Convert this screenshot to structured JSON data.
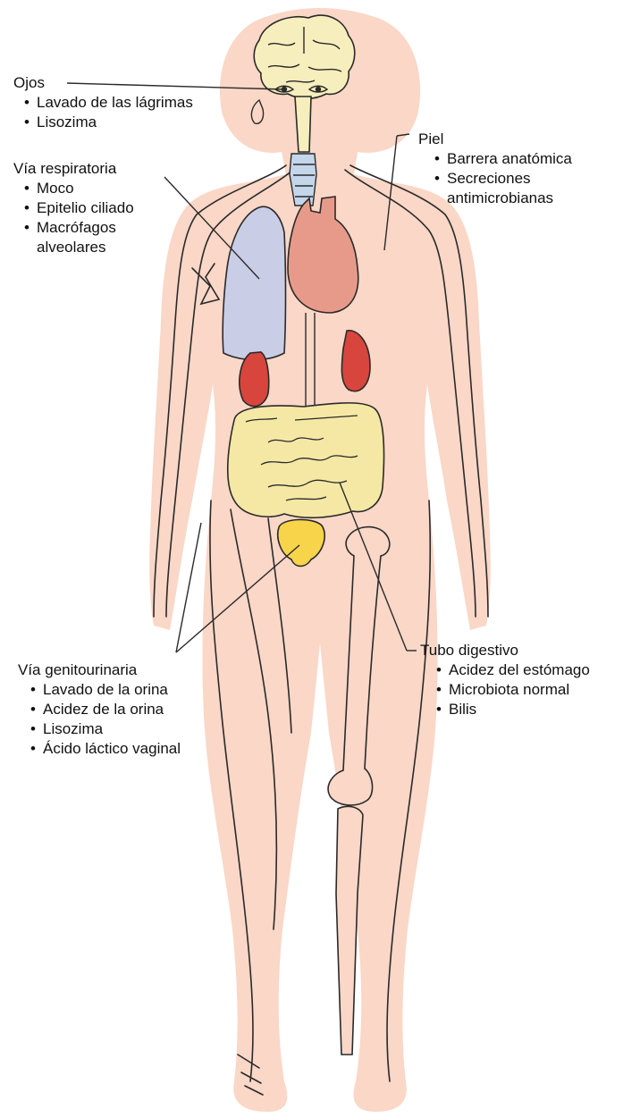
{
  "labels": {
    "ojos": {
      "title": "Ojos",
      "items": [
        "Lavado de las lágrimas",
        "Lisozima"
      ]
    },
    "piel": {
      "title": "Piel",
      "items": [
        "Barrera anatómica",
        "Secreciones",
        "antimicrobianas"
      ]
    },
    "respiratoria": {
      "title": "Vía respiratoria",
      "items": [
        "Moco",
        "Epitelio ciliado",
        "Macrófagos",
        "alveolares"
      ]
    },
    "genitourinaria": {
      "title": "Vía genitourinaria",
      "items": [
        "Lavado de la orina",
        "Acidez de la orina",
        "Lisozima",
        "Ácido láctico vaginal"
      ]
    },
    "digestivo": {
      "title": "Tubo digestivo",
      "items": [
        "Acidez del estómago",
        "Microbiota normal",
        "Bilis"
      ]
    }
  },
  "colors": {
    "skin": "#fad7c7",
    "brain": "#f6eebc",
    "lung": "#c9cde6",
    "heart": "#e89a8a",
    "kidney": "#d8453d",
    "intestine": "#f5e8a4",
    "bladder": "#f8d44a",
    "trachea": "#c4d6ea",
    "outline": "#2a2a2a"
  }
}
